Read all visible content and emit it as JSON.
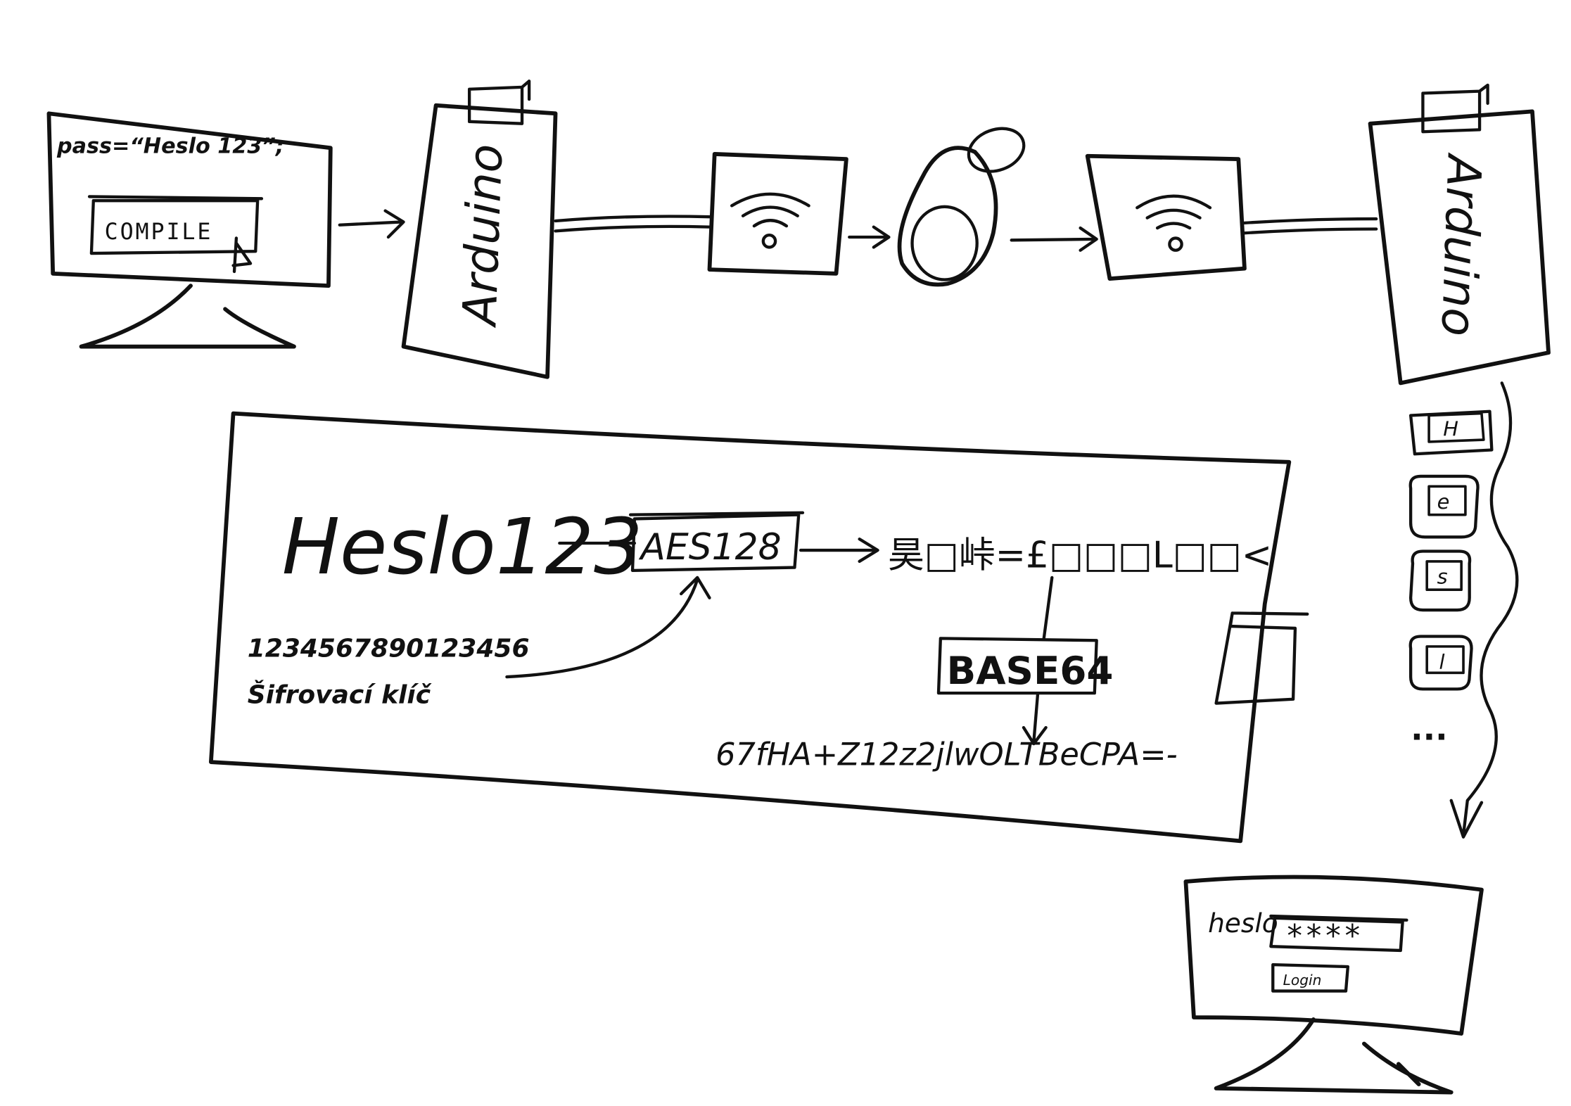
{
  "source_pc": {
    "code_line": "pass=“Heslo 123”;",
    "compile_button": "COMPILE",
    "cursor_icon": "mouse-cursor-icon"
  },
  "arduino_left": {
    "label": "Arduino"
  },
  "arduino_right": {
    "label": "Arduino"
  },
  "rfid_writer": {
    "icon": "wireless-signal-icon"
  },
  "rfid_tag": {
    "icon": "rfid-key-fob-icon"
  },
  "rfid_reader": {
    "icon": "wireless-signal-icon"
  },
  "encryption": {
    "plaintext": "Heslo123",
    "algorithm": "AES128",
    "ciphertext_garbled": "昊□峠=£□□□L□□<",
    "key_digits": "1234567890123456",
    "key_label": "Šifrovací klíč",
    "encoding": "BASE64",
    "encoded_result": "67fHA+Z12z2jlwOLTBeCPA=-"
  },
  "keystrokes": {
    "keys": [
      "H",
      "e",
      "s",
      "l"
    ],
    "ellipsis": "..."
  },
  "target_pc": {
    "field_label": "heslo",
    "password_mask": "****",
    "login_button": "Login"
  }
}
